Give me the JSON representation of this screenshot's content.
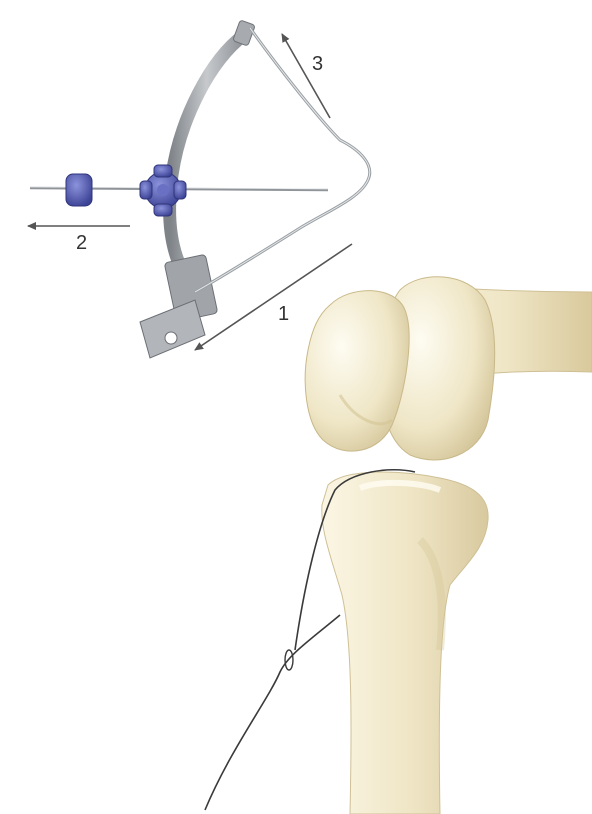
{
  "figure": {
    "step_labels": [
      {
        "id": "step-1",
        "text": "1"
      },
      {
        "id": "step-2",
        "text": "2"
      },
      {
        "id": "step-3",
        "text": "3"
      }
    ],
    "colors": {
      "background": "#ffffff",
      "bone": "#ede4c6",
      "bone_shade": "#d6c79c",
      "instrument_metal": "#9ea2a6",
      "knob_blue": "#5159b0",
      "suture": "#3a3a3a",
      "arrow": "#555555"
    },
    "icons": [
      "guide-instrument-icon",
      "blue-locking-knob-icon",
      "cap-icon",
      "needle-icon",
      "femur-icon",
      "tibia-icon",
      "suture-icon"
    ]
  }
}
